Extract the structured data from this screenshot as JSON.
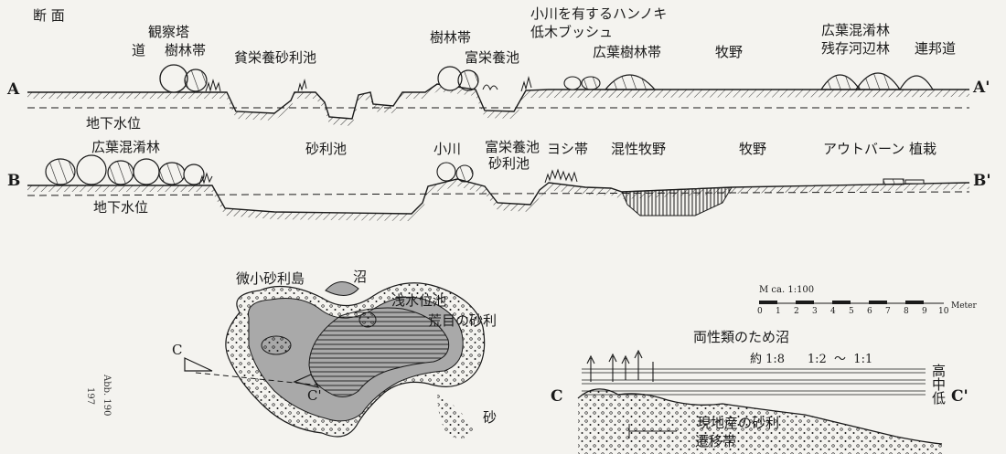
{
  "heading": "断 面",
  "section_a": {
    "left_letter": "A",
    "right_letter": "A'",
    "labels": {
      "observation_tower": "観察塔",
      "road": "道",
      "tree_belt_1": "樹林帯",
      "poor_gravel_pond": "貧栄養砂利池",
      "tree_belt_2": "樹林帯",
      "rich_pond": "富栄養池",
      "alder_line1": "小川を有するハンノキ",
      "alder_line2": "低木ブッシュ",
      "broadleaf_belt": "広葉樹林帯",
      "pasture": "牧野",
      "mixed_forest": "広葉混淆林",
      "riparian_forest": "残存河辺林",
      "federal_road": "連邦道",
      "groundwater": "地下水位"
    }
  },
  "section_b": {
    "left_letter": "B",
    "right_letter": "B'",
    "labels": {
      "mixed_forest": "広葉混淆林",
      "gravel_pond": "砂利池",
      "stream": "小川",
      "rich_pond": "富栄養池",
      "gravel_pond2": "砂利池",
      "reed_belt": "ヨシ帯",
      "mixed_pasture": "混性牧野",
      "pasture": "牧野",
      "autobahn": "アウトバーン 植栽",
      "groundwater": "地下水位"
    }
  },
  "plan": {
    "fine_gravel_island": "微小砂利島",
    "marsh": "沼",
    "shallow_pond": "浅水位池",
    "coarse_gravel": "荒目の砂利",
    "sand": "砂",
    "c": "C",
    "c_prime": "C'",
    "figure_ref": "Abb. 190",
    "page_no": "197"
  },
  "section_c": {
    "left_letter": "C",
    "right_letter": "C'",
    "scale_label": "M ca. 1:100",
    "scale_ticks": [
      "0",
      "1",
      "2",
      "3",
      "4",
      "5",
      "6",
      "7",
      "8",
      "9",
      "10"
    ],
    "scale_unit": "Meter",
    "amphibian_marsh": "両性類のため沼",
    "slope_text": "約 1:8      1:2  〜  1:1",
    "level_high": "高",
    "level_mid": "中",
    "level_low": "低",
    "local_gravel": "現地産の砂利",
    "transition_zone": "遷移帯"
  },
  "colors": {
    "ink": "#1a1a1a",
    "paper": "#f4f3ef",
    "water": "#a9a9a9",
    "bleed": "#b9b8b3"
  }
}
